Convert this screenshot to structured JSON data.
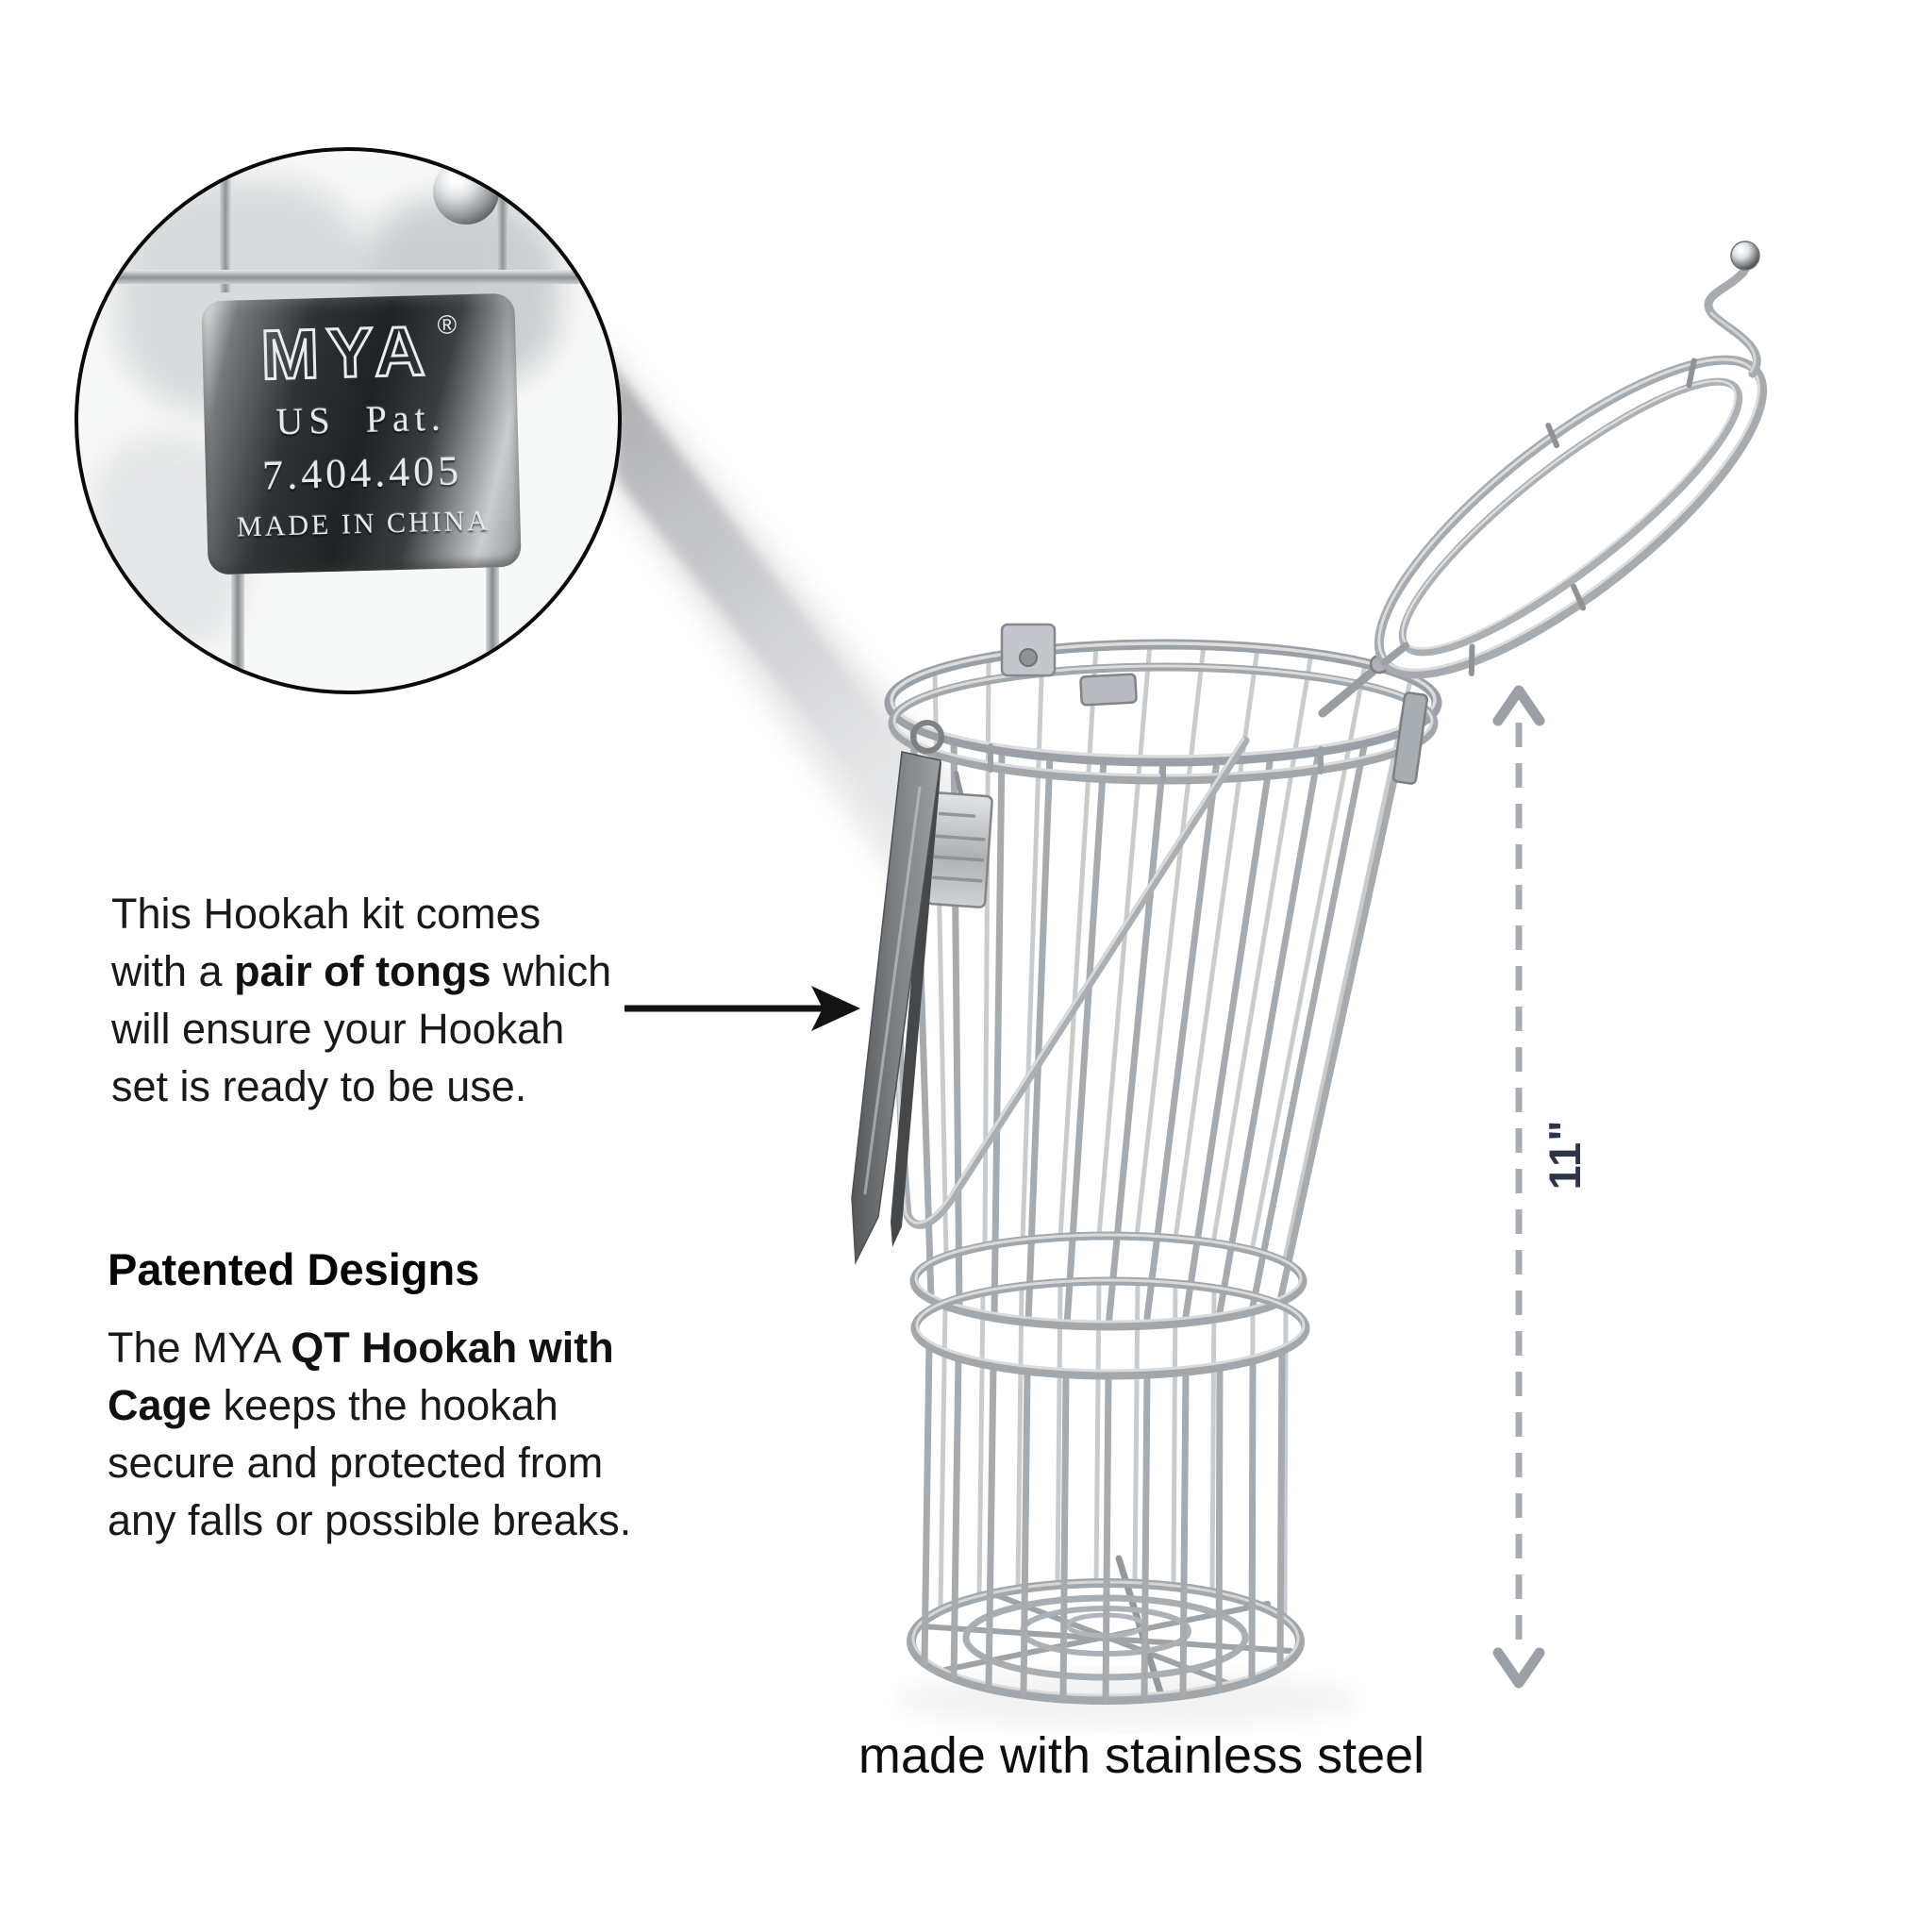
{
  "inset": {
    "tag": {
      "brand": "MYA",
      "registered_mark": "®",
      "patent_line": "US  Pat.",
      "patent_number": "7.404.405",
      "origin": "MADE IN CHINA"
    }
  },
  "annotations": {
    "tongs": {
      "line1": "This Hookah kit comes",
      "line2_pre": "with a ",
      "line2_bold": "pair of tongs",
      "line2_post": " which",
      "line3": "will ensure your Hookah",
      "line4": "set is ready to be use."
    },
    "patent": {
      "heading": "Patented Designs",
      "line1_pre": "The MYA ",
      "line1_bold": "QT Hookah with",
      "line2_bold": "Cage",
      "line2_post": " keeps the hookah",
      "line3": "secure and protected from",
      "line4": "any falls or possible breaks."
    }
  },
  "dimension": {
    "label": "11\""
  },
  "caption": "made with stainless steel",
  "colors": {
    "dimension_label": "#2b3547",
    "dash_line": "#a8adb2",
    "pointer_arrow": "#131313",
    "body_text": "#19191b",
    "metal": "#a6abb0"
  }
}
